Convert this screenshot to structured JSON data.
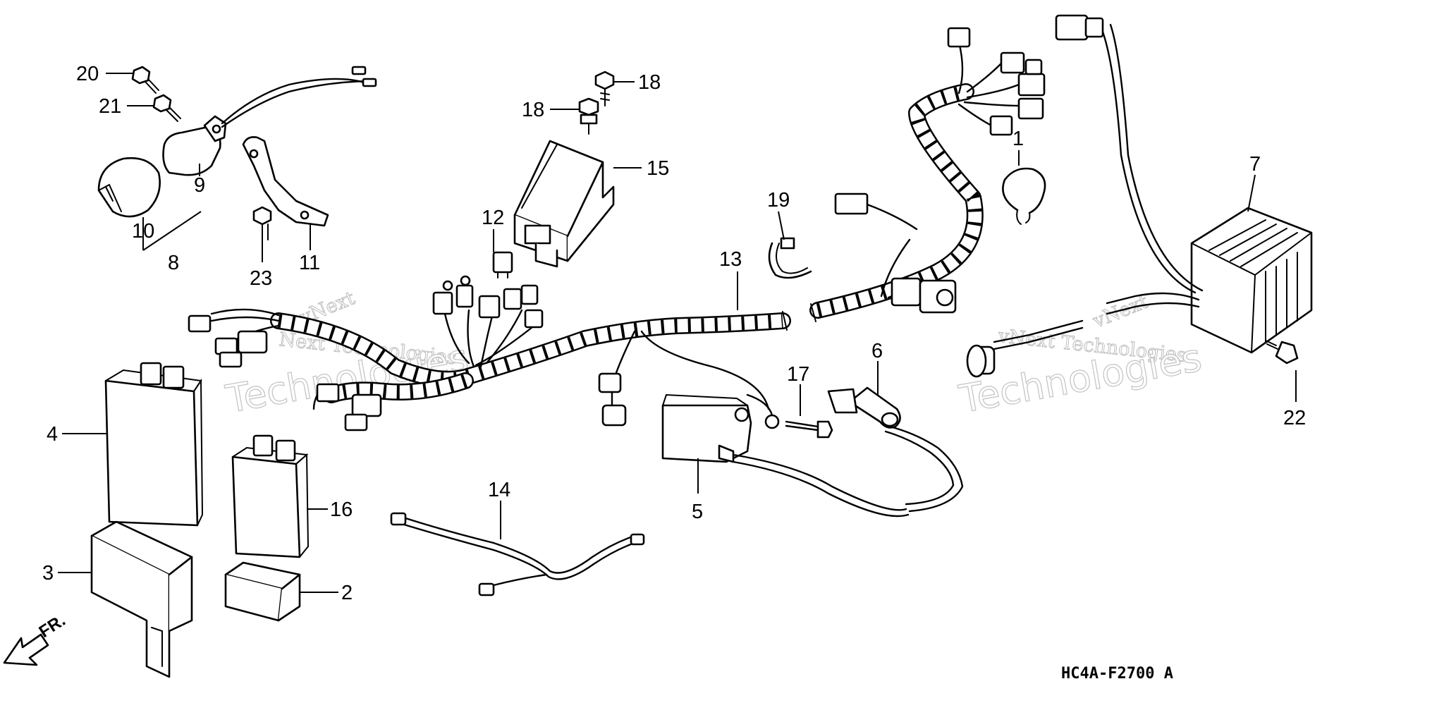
{
  "diagram": {
    "code": "HC4A-F2700 A",
    "direction_label": "FR.",
    "watermark": {
      "left": {
        "top": "vNext",
        "mid": "Next Technologies",
        "big": "Technologies"
      },
      "right": {
        "top": "vNext",
        "mid": "vNext Technologies",
        "big": "Technologies"
      }
    },
    "callouts": [
      {
        "id": "c1",
        "label": "1"
      },
      {
        "id": "c2",
        "label": "2"
      },
      {
        "id": "c3",
        "label": "3"
      },
      {
        "id": "c4",
        "label": "4"
      },
      {
        "id": "c5",
        "label": "5"
      },
      {
        "id": "c6",
        "label": "6"
      },
      {
        "id": "c7",
        "label": "7"
      },
      {
        "id": "c8",
        "label": "8"
      },
      {
        "id": "c9",
        "label": "9"
      },
      {
        "id": "c10",
        "label": "10"
      },
      {
        "id": "c11",
        "label": "11"
      },
      {
        "id": "c12",
        "label": "12"
      },
      {
        "id": "c13",
        "label": "13"
      },
      {
        "id": "c14",
        "label": "14"
      },
      {
        "id": "c15",
        "label": "15"
      },
      {
        "id": "c16",
        "label": "16"
      },
      {
        "id": "c17",
        "label": "17"
      },
      {
        "id": "c18a",
        "label": "18"
      },
      {
        "id": "c18b",
        "label": "18"
      },
      {
        "id": "c19",
        "label": "19"
      },
      {
        "id": "c20",
        "label": "20"
      },
      {
        "id": "c21",
        "label": "21"
      },
      {
        "id": "c22",
        "label": "22"
      },
      {
        "id": "c23",
        "label": "23"
      }
    ]
  }
}
